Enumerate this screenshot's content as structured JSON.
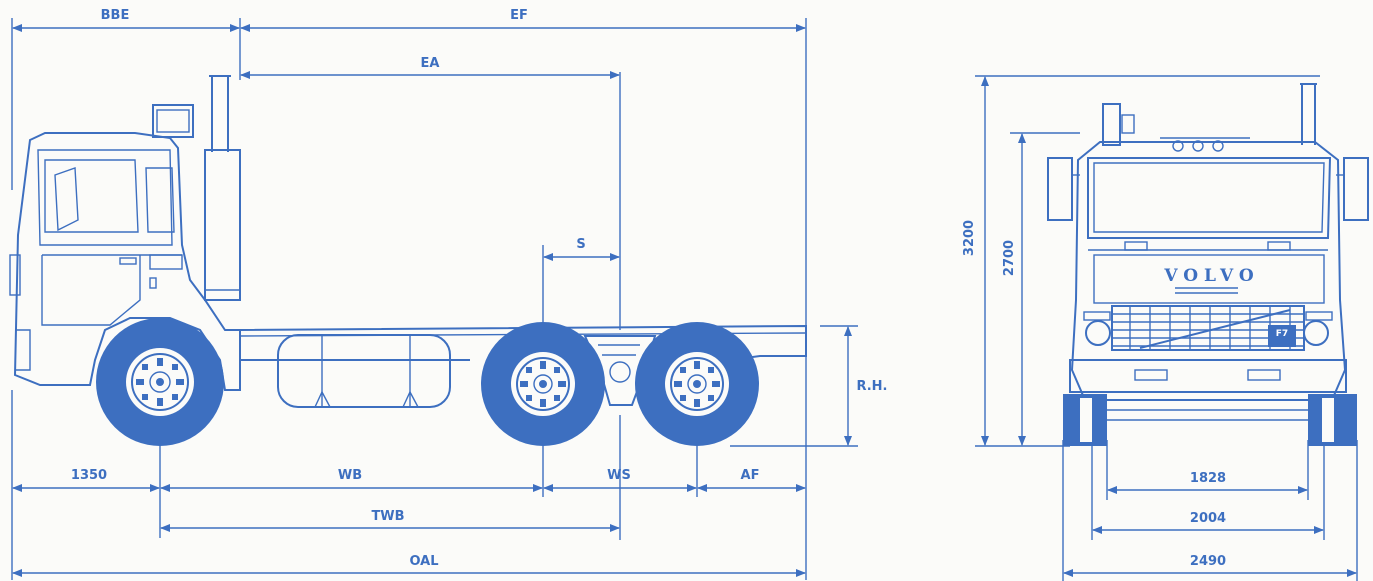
{
  "side_view": {
    "labels": {
      "bbe": "BBE",
      "ef": "EF",
      "ea": "EA",
      "s": "S",
      "rh": "R.H.",
      "front_overhang": "1350",
      "wb": "WB",
      "ws": "WS",
      "af": "AF",
      "twb": "TWB",
      "oal": "OAL"
    }
  },
  "front_view": {
    "brand": "VOLVO",
    "model_badge": "F7",
    "labels": {
      "height_overall": "3200",
      "height_cab": "2700",
      "track_rear": "1828",
      "track_front": "2004",
      "width_overall": "2490"
    }
  },
  "colors": {
    "ink": "#3d6fc0",
    "paper": "#fbfbf9"
  }
}
